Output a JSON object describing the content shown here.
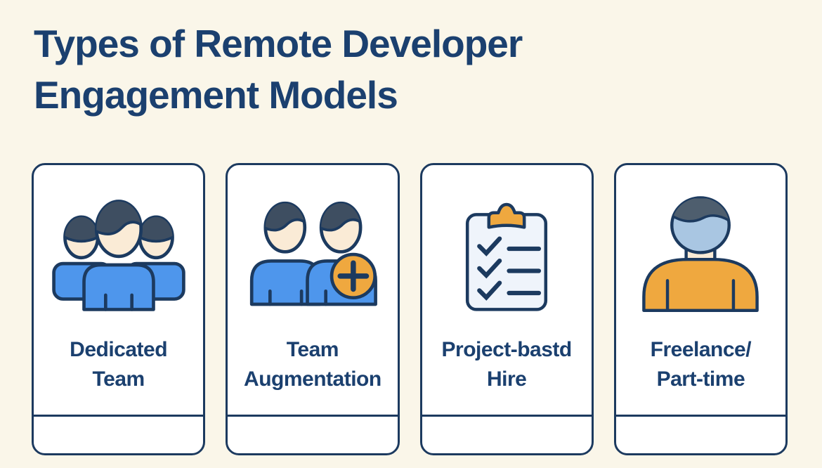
{
  "title": "Types of Remote Developer\nEngagement Models",
  "colors": {
    "background": "#FAF6E9",
    "card_bg": "#FFFFFF",
    "navy": "#1C3A5F",
    "text_navy": "#1B406F",
    "blue": "#4E96EC",
    "hair_dark": "#3E4E61",
    "skin": "#FAEBD6",
    "orange": "#EFA83F",
    "board": "#EFF4FB",
    "face_blue": "#A9C6E2",
    "hair_gray": "#4E5E6E"
  },
  "cards": [
    {
      "id": "dedicated-team",
      "label": "Dedicated\nTeam",
      "icon": "team-group-icon"
    },
    {
      "id": "team-augmentation",
      "label": "Team\nAugmentation",
      "icon": "team-add-icon"
    },
    {
      "id": "project-based-hire",
      "label": "Project-bastd\nHire",
      "icon": "clipboard-checklist-icon"
    },
    {
      "id": "freelance-part-time",
      "label": "Freelance/\nPart-time",
      "icon": "freelancer-person-icon"
    }
  ]
}
